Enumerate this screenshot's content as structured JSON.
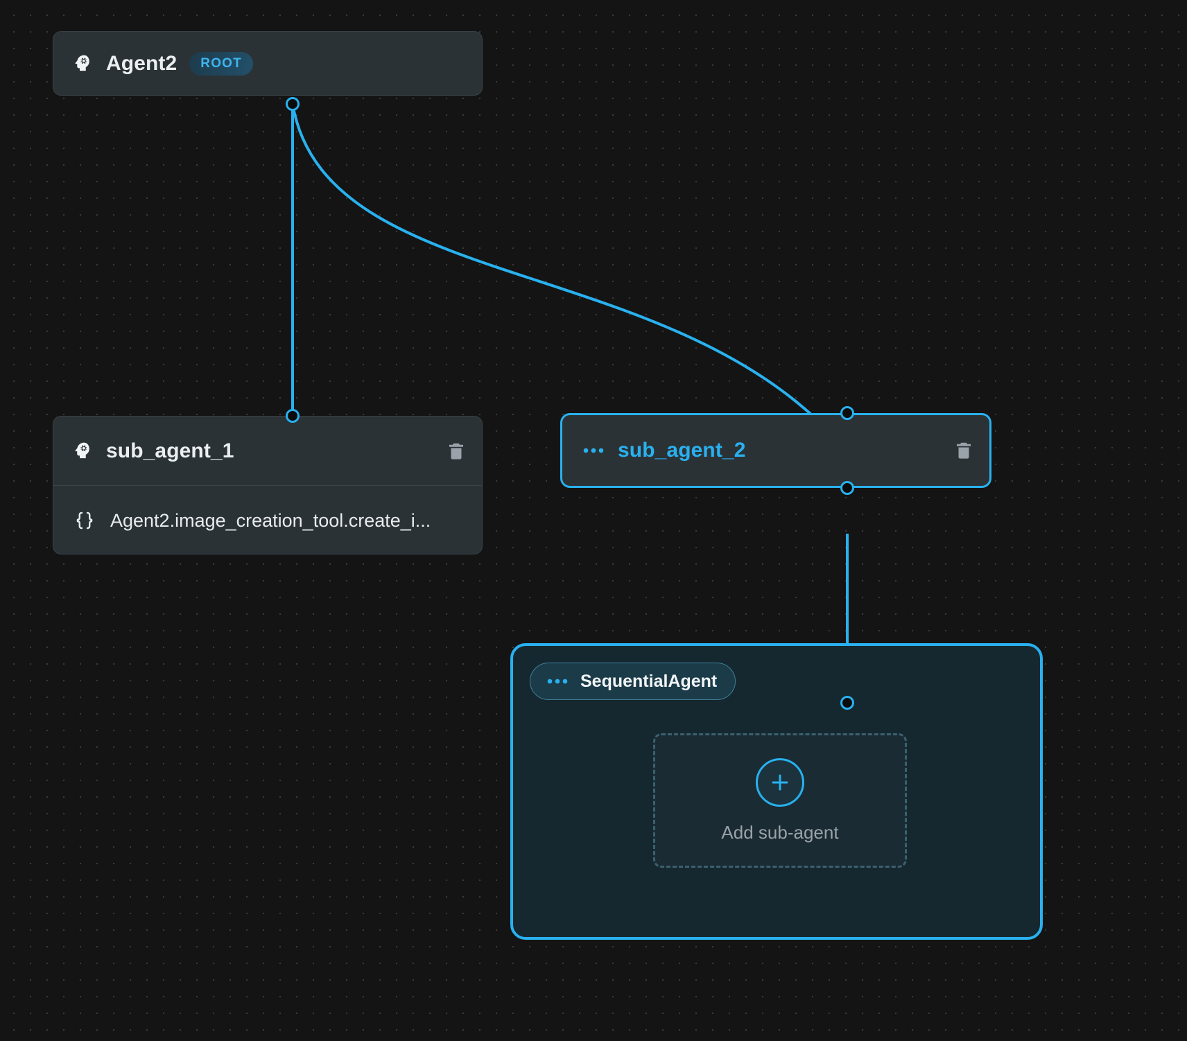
{
  "canvas": {
    "background_color": "#141414",
    "grid_dot_color": "#3a3a3a",
    "accent_color": "#29b1ef",
    "node_background": "#2b3236",
    "selected_border_color": "#29b1ef"
  },
  "nodes": {
    "root": {
      "title": "Agent2",
      "badge": "ROOT",
      "icon": "psychology-icon",
      "selected": false
    },
    "sub_agent_1": {
      "title": "sub_agent_1",
      "icon": "psychology-icon",
      "delete_icon": "trash-icon",
      "selected": false,
      "tools": [
        {
          "icon": "braces-icon",
          "label": "Agent2.image_creation_tool.create_i..."
        }
      ]
    },
    "sub_agent_2": {
      "title": "sub_agent_2",
      "icon": "dots-icon",
      "delete_icon": "trash-icon",
      "selected": true
    },
    "sequential_agent": {
      "title": "SequentialAgent",
      "icon": "dots-icon",
      "selected": true,
      "dropzone": {
        "label": "Add sub-agent",
        "icon": "plus-icon"
      }
    }
  },
  "edges": [
    {
      "from": "Agent2",
      "to": "sub_agent_1",
      "type": "straight",
      "color": "#29b1ef"
    },
    {
      "from": "Agent2",
      "to": "sub_agent_2",
      "type": "bezier",
      "color": "#29b1ef"
    },
    {
      "from": "sub_agent_2",
      "to": "SequentialAgent",
      "type": "straight",
      "color": "#29b1ef"
    }
  ]
}
